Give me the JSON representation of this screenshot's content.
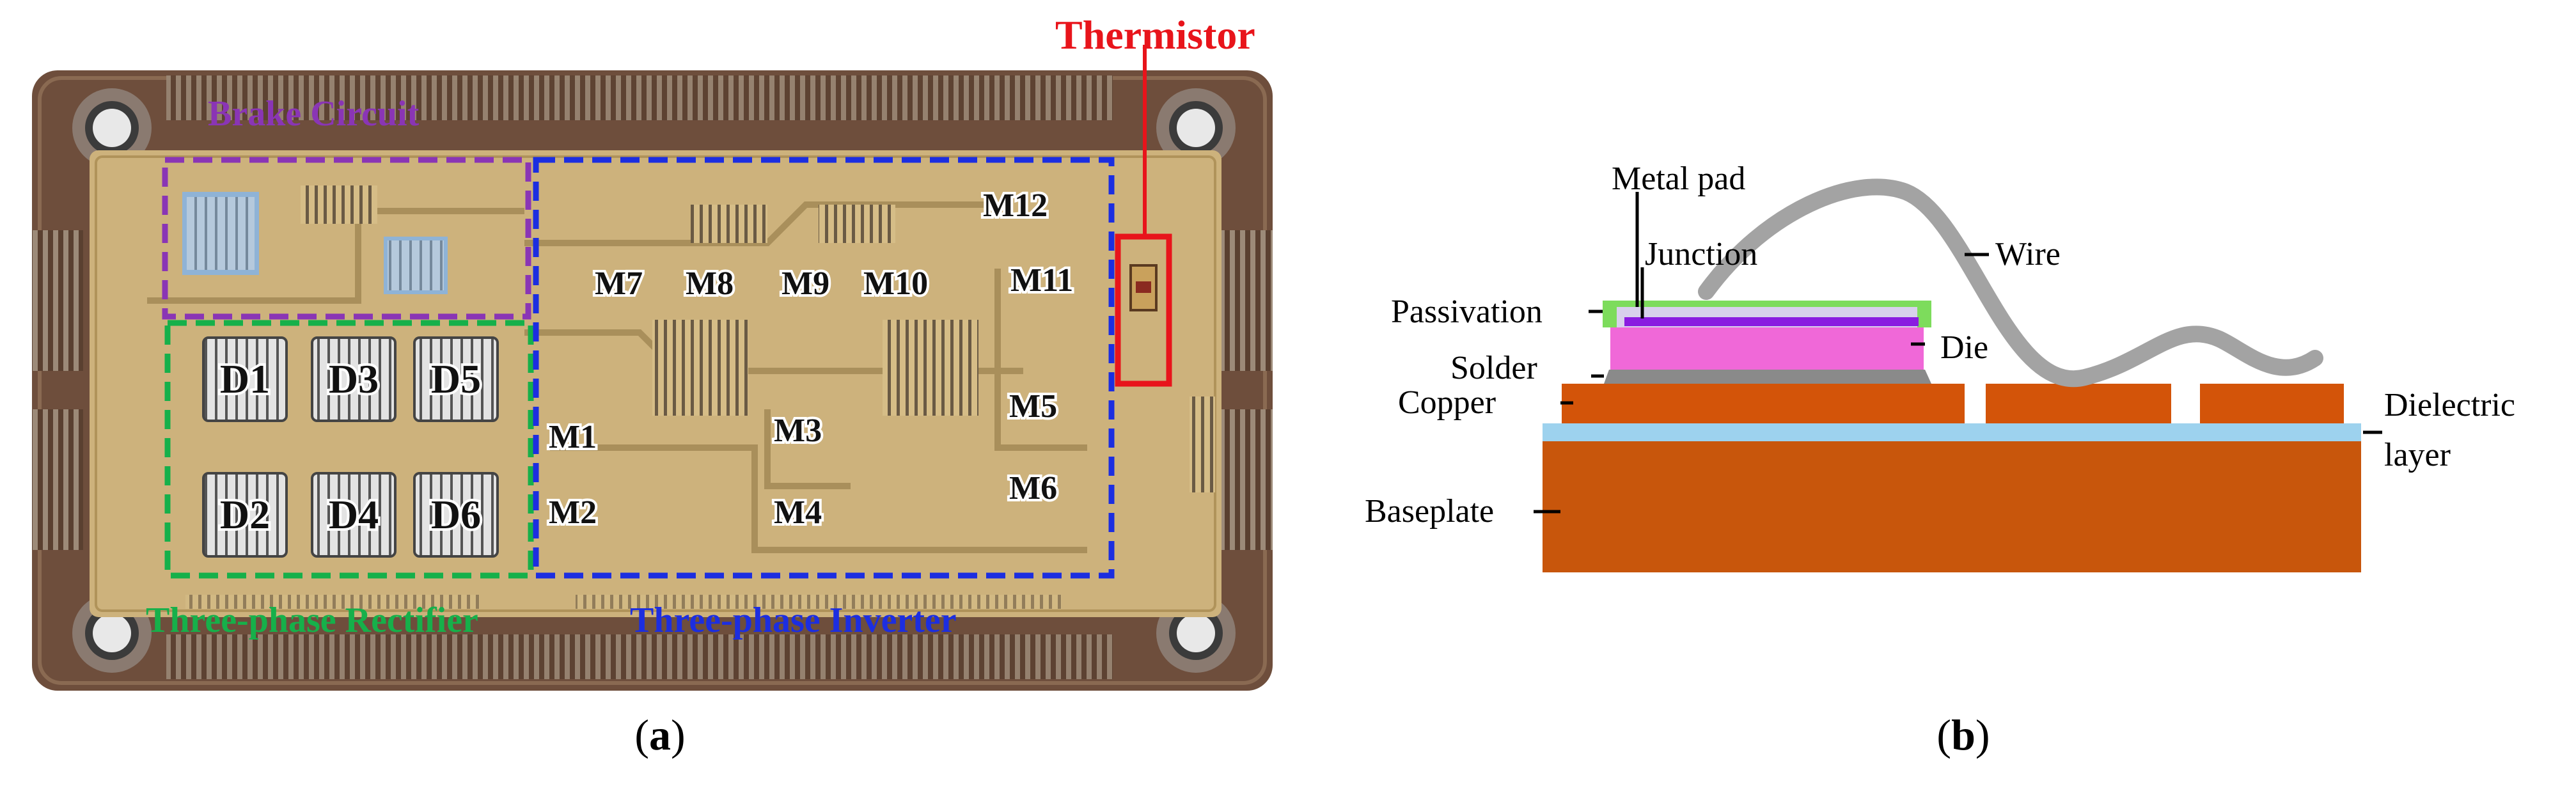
{
  "panel_a": {
    "annotations": {
      "thermistor": "Thermistor",
      "brake_circuit": "Brake Circuit",
      "rectifier": "Three-phase Rectifier",
      "inverter": "Three-phase Inverter"
    },
    "diodes": [
      "D1",
      "D3",
      "D5",
      "D2",
      "D4",
      "D6"
    ],
    "mosfets": [
      "M7",
      "M8",
      "M9",
      "M10",
      "M11",
      "M12",
      "M1",
      "M2",
      "M3",
      "M4",
      "M5",
      "M6"
    ],
    "colors": {
      "thermistor": "#e8141b",
      "brake": "#8a35b5",
      "rectifier": "#16b04a",
      "inverter": "#1c2ee0",
      "housing": "#6e4e3c",
      "substrate": "#cdb27c"
    }
  },
  "panel_b": {
    "labels": {
      "metal_pad": "Metal pad",
      "junction": "Junction",
      "wire": "Wire",
      "passivation": "Passivation",
      "die": "Die",
      "solder": "Solder",
      "copper": "Copper",
      "dielectric_1": "Dielectric",
      "dielectric_2": "layer",
      "baseplate": "Baseplate"
    },
    "colors": {
      "copper": "#d35409",
      "baseplate": "#c8560c",
      "dielectric": "#9dd2ee",
      "die": "#f068d8",
      "junction": "#8a1ce0",
      "passivation": "#7ddc5c",
      "solder": "#8a8a8a",
      "wire": "#a3a3a3"
    }
  },
  "captions": {
    "a_open": "(",
    "a_letter": "a",
    "a_close": ")",
    "b_open": "(",
    "b_letter": "b",
    "b_close": ")"
  }
}
